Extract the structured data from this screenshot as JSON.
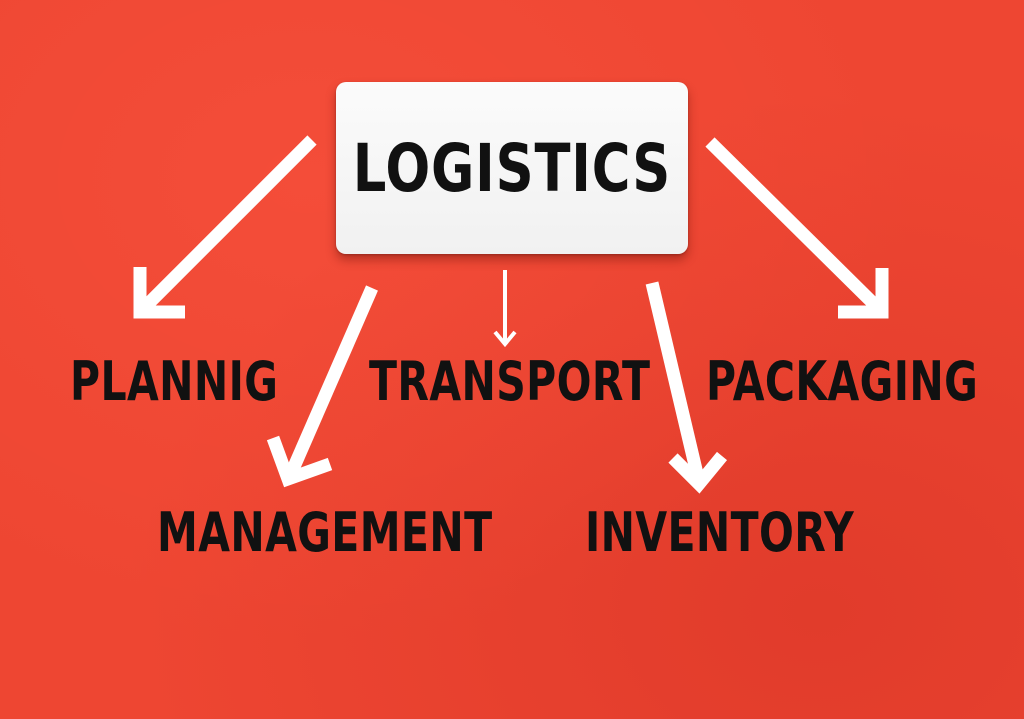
{
  "diagram": {
    "center": {
      "label": "LOGISTICS"
    },
    "nodes": [
      {
        "id": "planning",
        "label": "PLANNIG"
      },
      {
        "id": "transport",
        "label": "TRANSPORT"
      },
      {
        "id": "packaging",
        "label": "PACKAGING"
      },
      {
        "id": "management",
        "label": "MANAGEMENT"
      },
      {
        "id": "inventory",
        "label": "INVENTORY"
      }
    ],
    "edges": [
      {
        "from": "center",
        "to": "planning"
      },
      {
        "from": "center",
        "to": "transport"
      },
      {
        "from": "center",
        "to": "packaging"
      },
      {
        "from": "center",
        "to": "management"
      },
      {
        "from": "center",
        "to": "inventory"
      }
    ],
    "colors": {
      "background": "#ee4632",
      "card": "#f6f6f6",
      "arrow": "#ffffff",
      "text": "#111111"
    }
  }
}
